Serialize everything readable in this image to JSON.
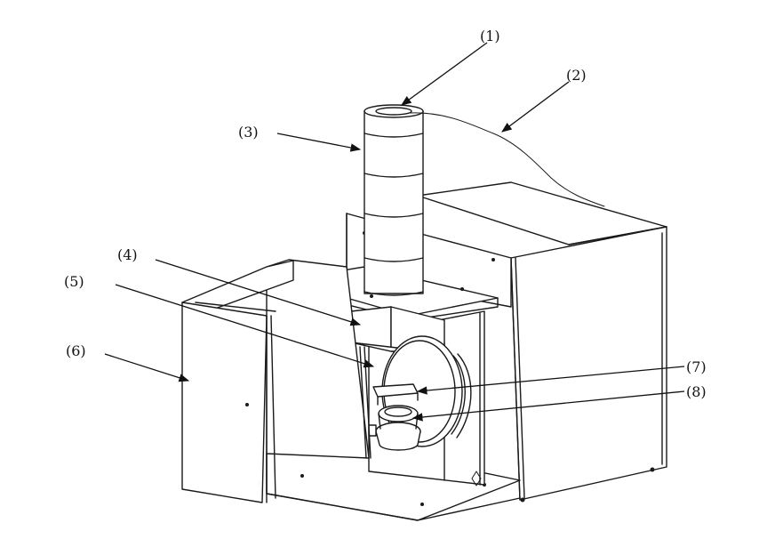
{
  "callouts": [
    {
      "id": "1",
      "label": "(1)"
    },
    {
      "id": "2",
      "label": "(2)"
    },
    {
      "id": "3",
      "label": "(3)"
    },
    {
      "id": "4",
      "label": "(4)"
    },
    {
      "id": "5",
      "label": "(5)"
    },
    {
      "id": "6",
      "label": "(6)"
    },
    {
      "id": "7",
      "label": "(7)"
    },
    {
      "id": "8",
      "label": "(8)"
    }
  ],
  "colors": {
    "line": "#1a1a1a",
    "background": "#ffffff"
  }
}
